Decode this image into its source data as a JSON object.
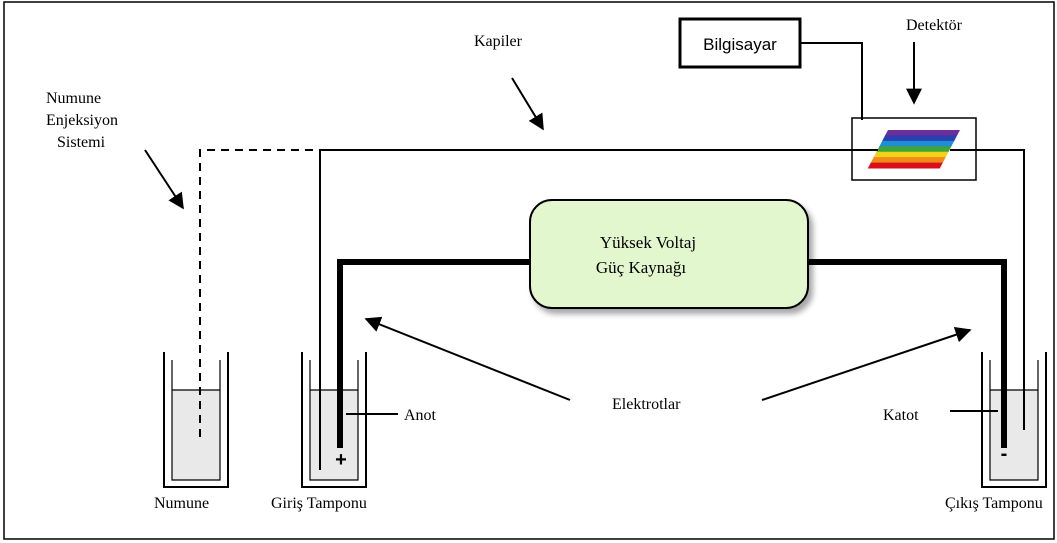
{
  "labels": {
    "sample_injection_line1": "Numune",
    "sample_injection_line2": "Enjeksiyon",
    "sample_injection_line3": "Sistemi",
    "capillary": "Kapiler",
    "computer": "Bilgisayar",
    "detector": "Detektör",
    "power_supply_line1": "Yüksek Voltaj",
    "power_supply_line2": "Güç Kaynağı",
    "anode": "Anot",
    "cathode": "Katot",
    "electrodes": "Elektrotlar",
    "sample": "Numune",
    "inlet_buffer": "Giriş Tamponu",
    "outlet_buffer": "Çıkış Tamponu",
    "plus_sign": "+",
    "minus_sign": "-"
  },
  "colors": {
    "line": "#000000",
    "power_supply_fill": "#e3f7cf",
    "liquid": "#e9e9e9",
    "detector_spectrum": [
      "#d90f1a",
      "#f28a1a",
      "#f3d21a",
      "#3fa53a",
      "#1d8fd6",
      "#2a3fb0",
      "#6a2f9a"
    ]
  }
}
